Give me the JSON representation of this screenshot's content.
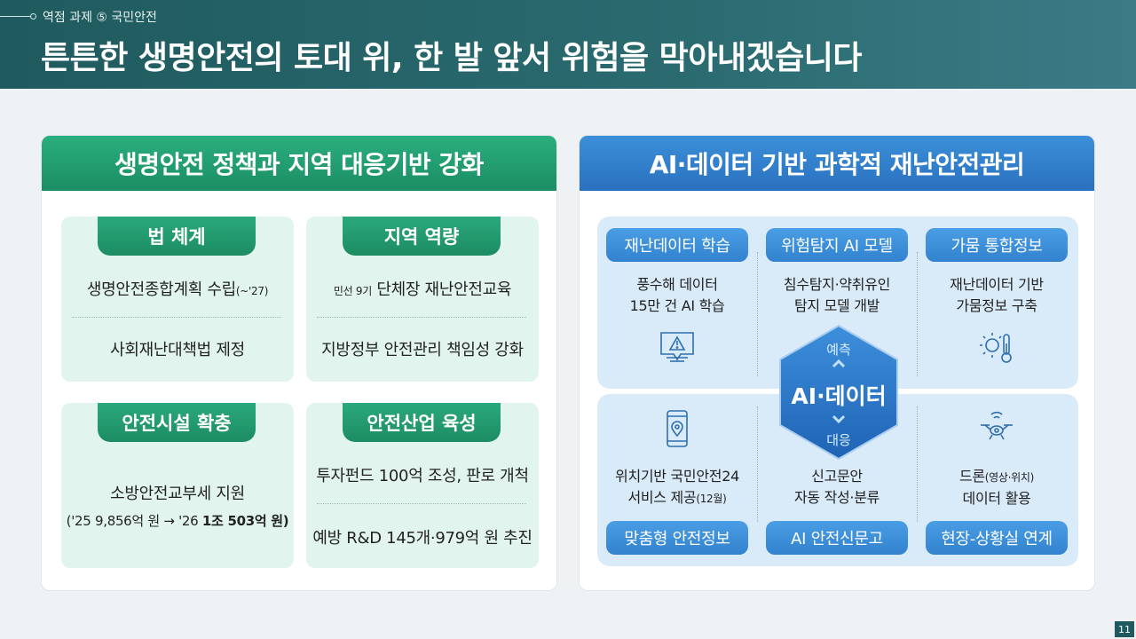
{
  "header": {
    "crumb": "역점 과제 ⑤ 국민안전",
    "title": "튼튼한 생명안전의 토대 위, 한 발 앞서 위험을 막아내겠습니다"
  },
  "left_panel": {
    "title": "생명안전 정책과 지역 대응기반 강화",
    "cards": [
      {
        "badge": "법 체계",
        "item1_main": "생명안전종합계획 수립",
        "item1_small": "(~'27)",
        "item2": "사회재난대책법 제정"
      },
      {
        "badge": "지역 역량",
        "item1_small": "민선 9기",
        "item1_main": "단체장 재난안전교육",
        "item2": "지방정부 안전관리 책임성 강화"
      },
      {
        "badge": "안전시설 확충",
        "item1": "소방안전교부세 지원",
        "item2_a": "('25 9,856억 원 → '26 ",
        "item2_b": "1조 503억 원)"
      },
      {
        "badge": "안전산업 육성",
        "item1": "투자펀드 100억 조성, 판로 개척",
        "item2": "예방 R&D 145개·979억 원 추진"
      }
    ]
  },
  "right_panel": {
    "title": "AI·데이터 기반 과학적 재난안전관리",
    "top": [
      {
        "pill": "재난데이터 학습",
        "line1": "풍수해 데이터",
        "line2": "15만 건 AI 학습",
        "icon": "warning-message-icon"
      },
      {
        "pill": "위험탐지 AI 모델",
        "line1": "침수탐지·약취유인",
        "line2": "탐지 모델 개발"
      },
      {
        "pill": "가뭄 통합정보",
        "line1": "재난데이터 기반",
        "line2": "가뭄정보 구축",
        "icon": "sun-thermometer-icon"
      }
    ],
    "bottom": [
      {
        "pill": "맞춤형 안전정보",
        "line1": "위치기반 국민안전24",
        "line2_main": "서비스 제공",
        "line2_small": "(12월)",
        "icon": "phone-location-icon"
      },
      {
        "pill": "AI 안전신문고",
        "line1": "신고문안",
        "line2": "자동 작성·분류"
      },
      {
        "pill": "현장-상황실 연계",
        "line1_main": "드론",
        "line1_small": "(영상·위치)",
        "line2": "데이터 활용",
        "icon": "drone-icon"
      }
    ],
    "hex": {
      "top": "예측",
      "center": "AI·데이터",
      "bottom": "대응"
    }
  },
  "page_number": "11"
}
